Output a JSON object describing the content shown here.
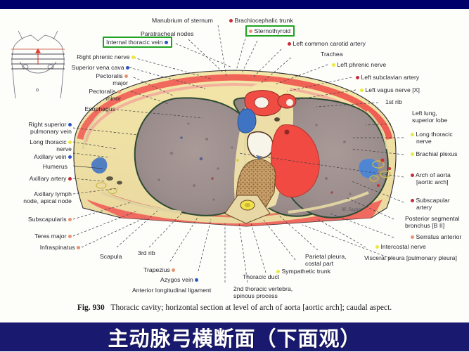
{
  "figure": {
    "number": "Fig. 930",
    "caption": "Thoracic cavity; horizontal section at level of arch  of aorta [aortic arch]; caudal aspect.",
    "signature": "M. Sagner"
  },
  "banner": {
    "chinese_title": "主动脉弓横断面（下面观）",
    "color": "#191970",
    "top_strip_color": "#00006b"
  },
  "legend_dot_colors": {
    "vein_blue": "#2f55c4",
    "artery_red": "#c82b3c",
    "nerve_yellow": "#ece93c",
    "muscle_salmon": "#e79472",
    "highlight_box": "#1fa320"
  },
  "labels_top": [
    {
      "text": "Manubrium of sternum",
      "dot": "none",
      "highlight": false
    },
    {
      "text": "Paratracheal nodes",
      "dot": "none",
      "highlight": false
    },
    {
      "text": "Internal thoracic vein",
      "dot": "blue",
      "highlight": true
    },
    {
      "text": "Brachiocephalic trunk",
      "dot": "red",
      "highlight": false
    },
    {
      "text": "Sternothyroid",
      "dot": "sal",
      "highlight": true
    },
    {
      "text": "Left common carotid artery",
      "dot": "red",
      "highlight": false
    },
    {
      "text": "Trachea",
      "dot": "none",
      "highlight": false
    }
  ],
  "labels_left": [
    {
      "text": "Right phrenic nerve",
      "dot": "yel"
    },
    {
      "text": "Superior vena cava",
      "dot": "blue"
    },
    {
      "text": "Pectoralis major",
      "dot": "sal"
    },
    {
      "text": "Pectoralis minor",
      "dot": "sal"
    },
    {
      "text": "Esophagus",
      "dot": "none"
    },
    {
      "text": "Right superior pulmonary vein",
      "dot": "blue"
    },
    {
      "text": "Long thoracic nerve",
      "dot": "yel"
    },
    {
      "text": "Axillary vein",
      "dot": "blue"
    },
    {
      "text": "Humerus",
      "dot": "none"
    },
    {
      "text": "Axillary artery",
      "dot": "red"
    },
    {
      "text": "Axillary lymph node, apical node",
      "dot": "none"
    },
    {
      "text": "Subscapularis",
      "dot": "sal"
    },
    {
      "text": "Teres major",
      "dot": "sal"
    },
    {
      "text": "Infraspinatus",
      "dot": "sal"
    }
  ],
  "labels_right": [
    {
      "text": "Left phrenic nerve",
      "dot": "yel"
    },
    {
      "text": "Left subclavian artery",
      "dot": "red"
    },
    {
      "text": "Left vagus nerve [X]",
      "dot": "yel"
    },
    {
      "text": "1st rib",
      "dot": "none"
    },
    {
      "text": "Left lung, superior lobe",
      "dot": "none"
    },
    {
      "text": "Long thoracic nerve",
      "dot": "yel"
    },
    {
      "text": "Brachial plexus",
      "dot": "yel"
    },
    {
      "text": "Arch of aorta [aortic arch]",
      "dot": "red"
    },
    {
      "text": "Subscapular artery",
      "dot": "red"
    },
    {
      "text": "Posterior segmental bronchus [B II]",
      "dot": "none"
    },
    {
      "text": "Serratus anterior",
      "dot": "sal"
    },
    {
      "text": "Intercostal nerve",
      "dot": "yel"
    },
    {
      "text": "Visceral pleura [pulmonary pleura]",
      "dot": "none"
    }
  ],
  "labels_bottom": [
    {
      "text": "Scapula",
      "dot": "none"
    },
    {
      "text": "3rd rib",
      "dot": "none"
    },
    {
      "text": "Trapezius",
      "dot": "sal"
    },
    {
      "text": "Azygos vein",
      "dot": "blue"
    },
    {
      "text": "Anterior longitudinal ligament",
      "dot": "none"
    },
    {
      "text": "2nd thoracic vertebra, spinous process",
      "dot": "none"
    },
    {
      "text": "Thoracic duct",
      "dot": "none"
    },
    {
      "text": "Sympathetic trunk",
      "dot": "yel"
    },
    {
      "text": "Parietal pleura, costal part",
      "dot": "none"
    }
  ],
  "label_text": {
    "manubrium": "Manubrium of sternum",
    "paratracheal": "Paratracheal nodes",
    "internal_thoracic_vein": "Internal thoracic vein",
    "brachiocephalic": "Brachiocephalic trunk",
    "sternothyroid": "Sternothyroid",
    "left_common_carotid": "Left common carotid artery",
    "trachea": "Trachea",
    "right_phrenic": "Right phrenic nerve",
    "svc": "Superior vena cava",
    "pect_major_1": "Pectoralis",
    "pect_major_2": "major",
    "pect_minor_1": "Pectoralis",
    "pect_minor_2": "minor",
    "esophagus": "Esophagus",
    "rsp_vein_1": "Right superior",
    "rsp_vein_2": "pulmonary vein",
    "long_thoracic_l_1": "Long thoracic",
    "long_thoracic_l_2": "nerve",
    "axillary_vein": "Axillary vein",
    "humerus": "Humerus",
    "axillary_artery": "Axillary artery",
    "axillary_node_1": "Axillary lymph",
    "axillary_node_2": "node, apical node",
    "subscapularis": "Subscapularis",
    "teres_major": "Teres major",
    "infraspinatus": "Infraspinatus",
    "left_phrenic": "Left phrenic nerve",
    "left_subclavian": "Left subclavian artery",
    "left_vagus": "Left vagus nerve [X]",
    "first_rib": "1st rib",
    "left_lung_1": "Left lung,",
    "left_lung_2": "superior lobe",
    "long_thoracic_r_1": "Long thoracic",
    "long_thoracic_r_2": "nerve",
    "brachial_plexus": "Brachial plexus",
    "arch_aorta_1": "Arch of aorta",
    "arch_aorta_2": "[aortic arch]",
    "subscapular_artery_1": "Subscapular",
    "subscapular_artery_2": "artery",
    "post_seg_bronchus_1": "Posterior segmental",
    "post_seg_bronchus_2": "bronchus [B II]",
    "serratus": "Serratus anterior",
    "intercostal_nerve": "Intercostal nerve",
    "visceral_pleura": "Visceral pleura [pulmonary pleura]",
    "scapula": "Scapula",
    "third_rib": "3rd rib",
    "trapezius": "Trapezius",
    "azygos": "Azygos vein",
    "all_ligament": "Anterior longitudinal ligament",
    "t2_vertebra_1": "2nd thoracic vertebra,",
    "t2_vertebra_2": "spinous process",
    "thoracic_duct": "Thoracic duct",
    "sympathetic_trunk": "Sympathetic trunk",
    "parietal_pleura_1": "Parietal pleura,",
    "parietal_pleura_2": "costal part"
  }
}
